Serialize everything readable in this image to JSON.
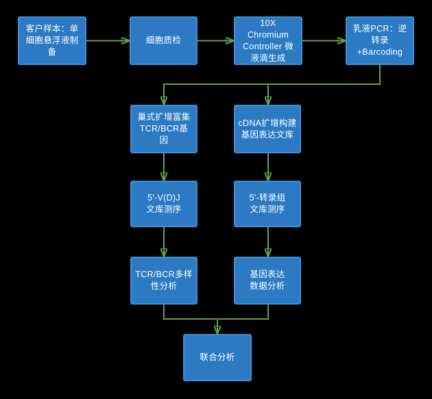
{
  "diagram": {
    "type": "flowchart",
    "background_color": "#000000",
    "colors": {
      "node_fill": "#2b7ac3",
      "node_border": "#4191d6",
      "node_text": "#ffffff",
      "arrow": "#66a34c"
    },
    "nodes": [
      {
        "id": "sample-prep",
        "label": "客户样本：单\n细胞悬浮液制\n备"
      },
      {
        "id": "cell-qc",
        "label": "细胞质检"
      },
      {
        "id": "chromium-controller",
        "label": "10X\nChromium\nController 微\n液滴生成"
      },
      {
        "id": "emulsion-pcr",
        "label": "乳液PCR：逆\n转录\n+Barcoding"
      },
      {
        "id": "nested-amplification",
        "label": "巢式扩增富集\nTCR/BCR基\n因"
      },
      {
        "id": "cdna-library",
        "label": "cDNA扩增构建\n基因表达文库"
      },
      {
        "id": "vdj-sequencing",
        "label": "5'-V(D)J\n文库测序"
      },
      {
        "id": "transcriptome-seq",
        "label": "5'-转录组\n文库测序"
      },
      {
        "id": "tcr-bcr-analysis",
        "label": "TCR/BCR多样\n性分析"
      },
      {
        "id": "gene-expression-analysis",
        "label": "基因表达\n数据分析"
      },
      {
        "id": "joint-analysis",
        "label": "联合分析"
      }
    ],
    "edges": [
      {
        "from": "sample-prep",
        "to": "cell-qc"
      },
      {
        "from": "cell-qc",
        "to": "chromium-controller"
      },
      {
        "from": "chromium-controller",
        "to": "emulsion-pcr"
      },
      {
        "from": "emulsion-pcr",
        "to": "nested-amplification"
      },
      {
        "from": "emulsion-pcr",
        "to": "cdna-library"
      },
      {
        "from": "nested-amplification",
        "to": "vdj-sequencing"
      },
      {
        "from": "cdna-library",
        "to": "transcriptome-seq"
      },
      {
        "from": "vdj-sequencing",
        "to": "tcr-bcr-analysis"
      },
      {
        "from": "transcriptome-seq",
        "to": "gene-expression-analysis"
      },
      {
        "from": "tcr-bcr-analysis",
        "to": "joint-analysis"
      },
      {
        "from": "gene-expression-analysis",
        "to": "joint-analysis"
      }
    ]
  }
}
